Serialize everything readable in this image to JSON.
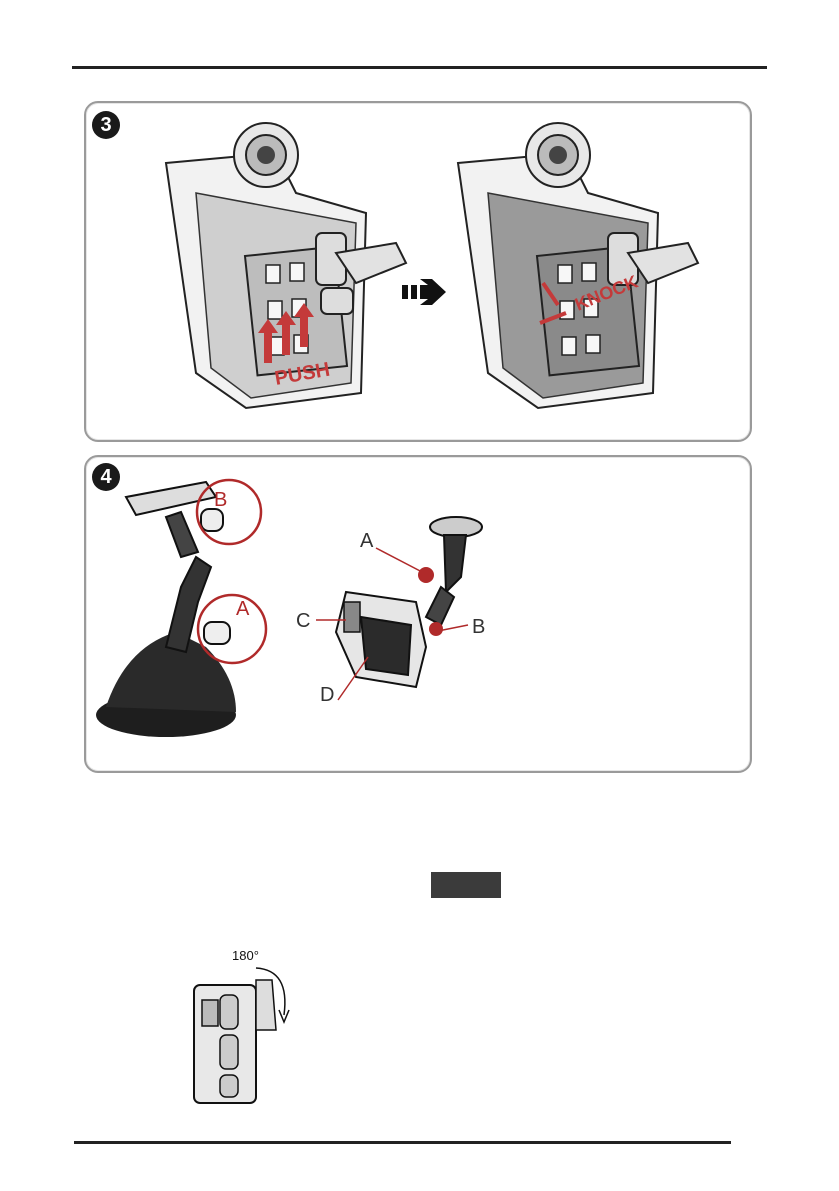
{
  "steps": [
    {
      "number": "3"
    },
    {
      "number": "4"
    }
  ],
  "step3": {
    "push_label": "PUSH",
    "knock_label": "KNOCK"
  },
  "step4": {
    "callouts": [
      "A",
      "B",
      "C",
      "D"
    ],
    "mount_callouts": [
      "B",
      "A"
    ]
  },
  "rotation": {
    "angle_label": "180°"
  },
  "colors": {
    "callout_red": "#b02a2a",
    "panel_border": "#9a9a9a",
    "ink": "#1a1a1a"
  }
}
